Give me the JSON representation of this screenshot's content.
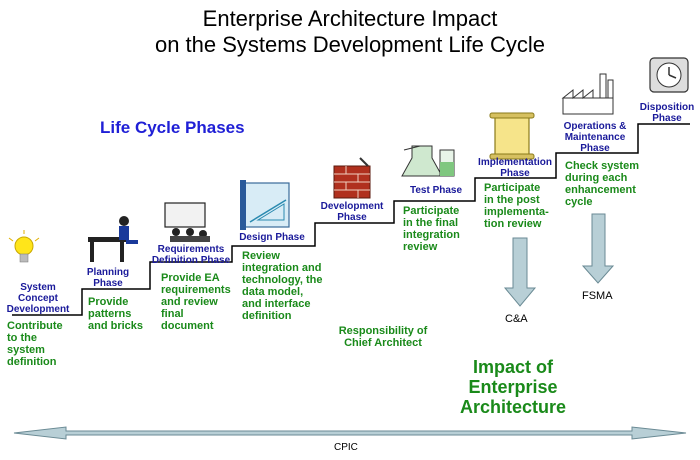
{
  "title": {
    "line1": "Enterprise Architecture Impact",
    "line2": "on the Systems Development Life Cycle"
  },
  "life_cycle_heading": "Life Cycle Phases",
  "phases": [
    {
      "label_1": "System",
      "label_2": "Concept",
      "label_3": "Development",
      "description": [
        "Contribute",
        "to the",
        "system",
        "definition"
      ]
    },
    {
      "label_1": "Planning",
      "label_2": "Phase",
      "description": [
        "Provide",
        "patterns",
        "and bricks"
      ]
    },
    {
      "label_1": "Requirements",
      "label_2": "Definition Phase",
      "description": [
        "Provide EA",
        "requirements",
        "and review",
        "final",
        "document"
      ]
    },
    {
      "label_1": "Design Phase",
      "description": [
        "Review",
        "integration and",
        "technology, the",
        "data model,",
        "and interface",
        "definition"
      ]
    },
    {
      "label_1": "Development",
      "label_2": "Phase"
    },
    {
      "label_1": "Test Phase",
      "description": [
        "Participate",
        "in the final",
        "integration",
        "review"
      ]
    },
    {
      "label_1": "Implementation",
      "label_2": "Phase",
      "description": [
        "Participate",
        "in the post",
        "implementa-",
        "tion review"
      ]
    },
    {
      "label_1": "Operations &",
      "label_2": "Maintenance",
      "label_3": "Phase",
      "description": [
        "Check system",
        "during each",
        "enhancement",
        "cycle"
      ]
    },
    {
      "label_1": "Disposition",
      "label_2": "Phase"
    }
  ],
  "responsibility": {
    "line1": "Responsibility of",
    "line2": "Chief Architect"
  },
  "impact": {
    "line1": "Impact of",
    "line2": "Enterprise",
    "line3": "Architecture"
  },
  "arrows": {
    "ca_label": "C&A",
    "fsma_label": "FSMA",
    "cpic_label": "CPIC"
  },
  "colors": {
    "phase_label": "#1a1a9a",
    "description": "#1a8a1a",
    "heading": "#1f1fd6",
    "arrow_fill": "#b8cfd6",
    "steps": "#000000"
  }
}
